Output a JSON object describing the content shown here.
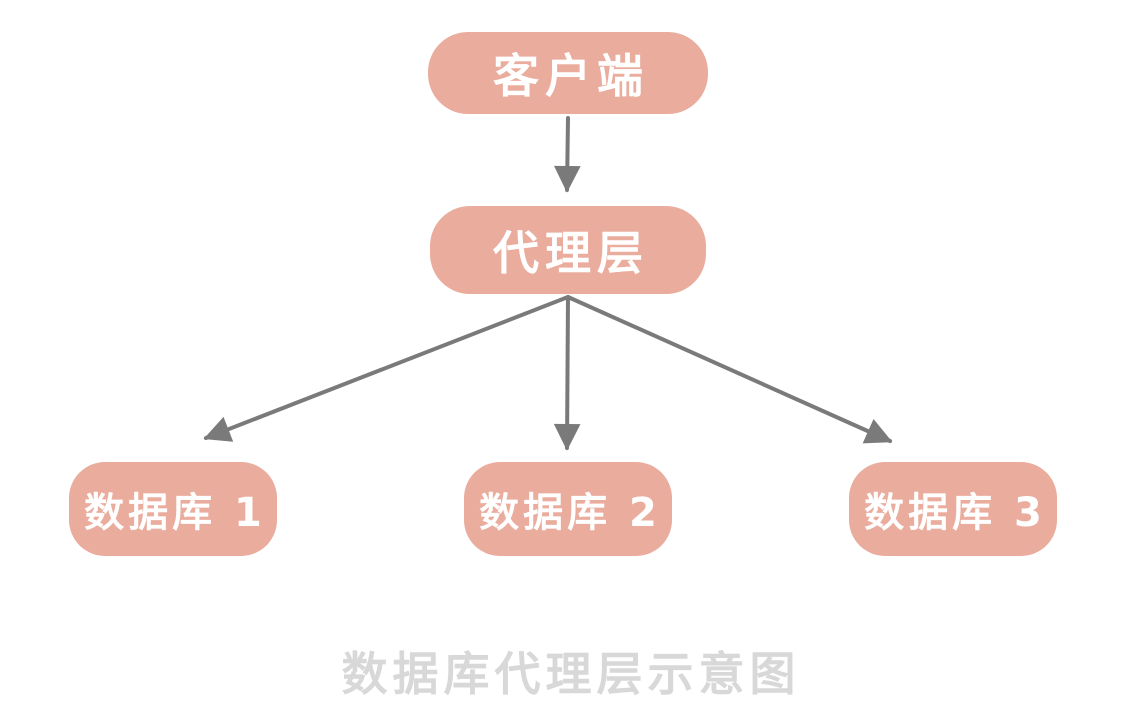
{
  "diagram": {
    "type": "architecture-flow",
    "caption": "数据库代理层示意图",
    "nodes": [
      {
        "id": "client",
        "label": "客户端"
      },
      {
        "id": "proxy",
        "label": "代理层"
      },
      {
        "id": "db1",
        "label": "数据库 1"
      },
      {
        "id": "db2",
        "label": "数据库 2"
      },
      {
        "id": "db3",
        "label": "数据库 3"
      }
    ],
    "edges": [
      {
        "from": "客户端",
        "to": "代理层"
      },
      {
        "from": "代理层",
        "to": "数据库 1"
      },
      {
        "from": "代理层",
        "to": "数据库 2"
      },
      {
        "from": "代理层",
        "to": "数据库 3"
      }
    ],
    "colors": {
      "node_fill": "#E9AC9D",
      "node_text": "#FFFFFF",
      "arrow": "#7A7A7A",
      "caption_text": "#D8D8D8",
      "background": "#FFFFFF"
    }
  }
}
